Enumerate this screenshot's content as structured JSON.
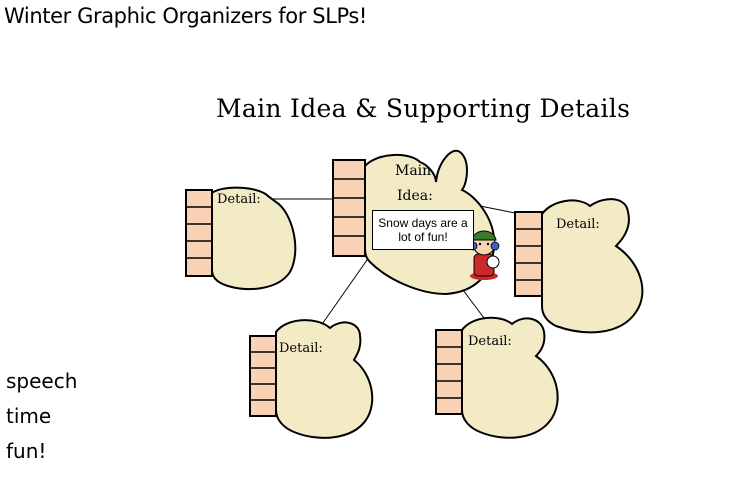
{
  "page": {
    "title": "Winter Graphic Organizers for SLPs!"
  },
  "diagram": {
    "title": "Main Idea & Supporting Details",
    "main": {
      "label_line1": "Main",
      "label_line2": "Idea:",
      "text": "Snow days are a lot of fun!"
    },
    "details": [
      {
        "label": "Detail:"
      },
      {
        "label": "Detail:"
      },
      {
        "label": "Detail:"
      },
      {
        "label": "Detail:"
      }
    ]
  },
  "watermark": {
    "line1": "speech",
    "line2": "time",
    "line3": "fun!"
  },
  "colors": {
    "mitten_fill": "#f3ebc6",
    "cuff_fill": "#f9d1b4",
    "outline": "#000000"
  },
  "icons": {
    "mascot": "kid-with-snowball-icon"
  }
}
